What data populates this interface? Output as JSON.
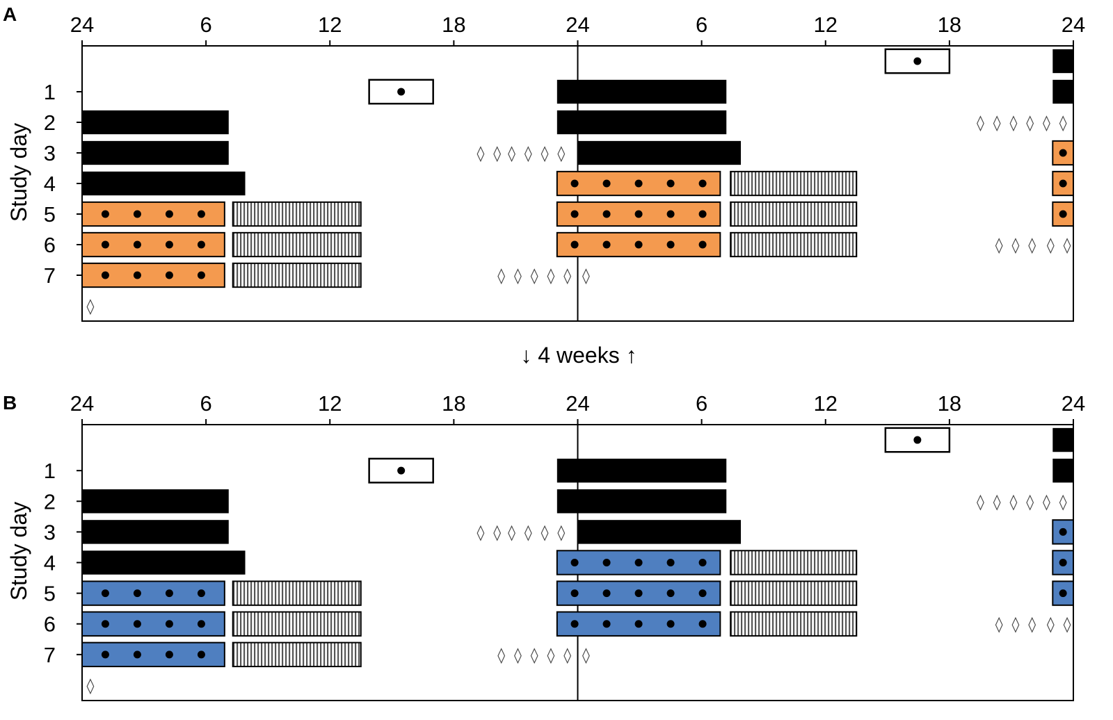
{
  "between_label": "↓ 4 weeks ↑",
  "colors": {
    "sleep": "#000000",
    "evening": "#ffffff",
    "panel_A_fill": "#f49a4f",
    "panel_B_fill": "#4f7fc0",
    "dot": "#000000",
    "stripe": "#555555",
    "diamond": "#444444"
  },
  "legend_note": "No legend printed; symbols: solid = black bar, dotted = colored bar with dots, hatched = vertical-stripe bar, diamonds = ◊ markers",
  "chart_data": [
    {
      "type": "bar",
      "panel": "A",
      "ylabel": "Study day",
      "x_tick_labels": [
        "24",
        "6",
        "12",
        "18",
        "24",
        "6",
        "12",
        "18",
        "24"
      ],
      "x_ticks": [
        0,
        6,
        12,
        18,
        24,
        30,
        36,
        42,
        48
      ],
      "xlim": [
        0,
        48
      ],
      "y_tick_labels": [
        "1",
        "2",
        "3",
        "4",
        "5",
        "6",
        "7"
      ],
      "rows_total": 9,
      "divider_at": 24,
      "diamond_glyph": "◊",
      "bars": [
        {
          "row": 0,
          "start": 38.9,
          "end": 42.0,
          "style": "open-dot"
        },
        {
          "row": 0,
          "start": 47.0,
          "end": 48.1,
          "style": "solid"
        },
        {
          "row": 1,
          "start": 13.9,
          "end": 17.0,
          "style": "open-dot"
        },
        {
          "row": 1,
          "start": 23.0,
          "end": 31.2,
          "style": "solid"
        },
        {
          "row": 1,
          "start": 47.0,
          "end": 48.1,
          "style": "solid"
        },
        {
          "row": 2,
          "start": 0,
          "end": 7.1,
          "style": "solid"
        },
        {
          "row": 2,
          "start": 23.0,
          "end": 31.2,
          "style": "solid"
        },
        {
          "row": 3,
          "start": 0,
          "end": 7.1,
          "style": "solid"
        },
        {
          "row": 3,
          "start": 24.0,
          "end": 31.9,
          "style": "solid"
        },
        {
          "row": 3,
          "start": 47.0,
          "end": 48.0,
          "style": "dotted",
          "dots": 1
        },
        {
          "row": 4,
          "start": 0,
          "end": 7.9,
          "style": "solid"
        },
        {
          "row": 4,
          "start": 23.0,
          "end": 30.9,
          "style": "dotted",
          "dots": 5
        },
        {
          "row": 4,
          "start": 31.4,
          "end": 37.5,
          "style": "hatched"
        },
        {
          "row": 4,
          "start": 47.0,
          "end": 48.0,
          "style": "dotted",
          "dots": 1
        },
        {
          "row": 5,
          "start": 0,
          "end": 6.9,
          "style": "dotted",
          "dots": 4
        },
        {
          "row": 5,
          "start": 7.3,
          "end": 13.5,
          "style": "hatched"
        },
        {
          "row": 5,
          "start": 23.0,
          "end": 30.9,
          "style": "dotted",
          "dots": 5
        },
        {
          "row": 5,
          "start": 31.4,
          "end": 37.5,
          "style": "hatched"
        },
        {
          "row": 5,
          "start": 47.0,
          "end": 48.0,
          "style": "dotted",
          "dots": 1
        },
        {
          "row": 6,
          "start": 0,
          "end": 6.9,
          "style": "dotted",
          "dots": 4
        },
        {
          "row": 6,
          "start": 7.3,
          "end": 13.5,
          "style": "hatched"
        },
        {
          "row": 6,
          "start": 23.0,
          "end": 30.9,
          "style": "dotted",
          "dots": 5
        },
        {
          "row": 6,
          "start": 31.4,
          "end": 37.5,
          "style": "hatched"
        },
        {
          "row": 7,
          "start": 0,
          "end": 6.9,
          "style": "dotted",
          "dots": 4
        },
        {
          "row": 7,
          "start": 7.3,
          "end": 13.5,
          "style": "hatched"
        }
      ],
      "diamonds": [
        {
          "row": 2,
          "x": [
            43.5,
            44.3,
            45.1,
            45.9,
            46.7,
            47.5
          ]
        },
        {
          "row": 3,
          "x": [
            19.3,
            20.1,
            20.8,
            21.6,
            22.4,
            23.2
          ]
        },
        {
          "row": 6,
          "x": [
            44.4,
            45.2,
            46.0,
            46.9,
            47.7
          ]
        },
        {
          "row": 7,
          "x": [
            20.3,
            21.1,
            21.9,
            22.7,
            23.5,
            24.4
          ]
        },
        {
          "row": 8,
          "x": [
            0.4
          ]
        }
      ]
    },
    {
      "type": "bar",
      "panel": "B",
      "ylabel": "Study day",
      "x_tick_labels": [
        "24",
        "6",
        "12",
        "18",
        "24",
        "6",
        "12",
        "18",
        "24"
      ],
      "x_ticks": [
        0,
        6,
        12,
        18,
        24,
        30,
        36,
        42,
        48
      ],
      "xlim": [
        0,
        48
      ],
      "y_tick_labels": [
        "1",
        "2",
        "3",
        "4",
        "5",
        "6",
        "7"
      ],
      "rows_total": 9,
      "divider_at": 24,
      "diamond_glyph": "◊",
      "bars": [
        {
          "row": 0,
          "start": 38.9,
          "end": 42.0,
          "style": "open-dot"
        },
        {
          "row": 0,
          "start": 47.0,
          "end": 48.1,
          "style": "solid"
        },
        {
          "row": 1,
          "start": 13.9,
          "end": 17.0,
          "style": "open-dot"
        },
        {
          "row": 1,
          "start": 23.0,
          "end": 31.2,
          "style": "solid"
        },
        {
          "row": 1,
          "start": 47.0,
          "end": 48.1,
          "style": "solid"
        },
        {
          "row": 2,
          "start": 0,
          "end": 7.1,
          "style": "solid"
        },
        {
          "row": 2,
          "start": 23.0,
          "end": 31.2,
          "style": "solid"
        },
        {
          "row": 3,
          "start": 0,
          "end": 7.1,
          "style": "solid"
        },
        {
          "row": 3,
          "start": 24.0,
          "end": 31.9,
          "style": "solid"
        },
        {
          "row": 3,
          "start": 47.0,
          "end": 48.0,
          "style": "dotted",
          "dots": 1
        },
        {
          "row": 4,
          "start": 0,
          "end": 7.9,
          "style": "solid"
        },
        {
          "row": 4,
          "start": 23.0,
          "end": 30.9,
          "style": "dotted",
          "dots": 5
        },
        {
          "row": 4,
          "start": 31.4,
          "end": 37.5,
          "style": "hatched"
        },
        {
          "row": 4,
          "start": 47.0,
          "end": 48.0,
          "style": "dotted",
          "dots": 1
        },
        {
          "row": 5,
          "start": 0,
          "end": 6.9,
          "style": "dotted",
          "dots": 4
        },
        {
          "row": 5,
          "start": 7.3,
          "end": 13.5,
          "style": "hatched"
        },
        {
          "row": 5,
          "start": 23.0,
          "end": 30.9,
          "style": "dotted",
          "dots": 5
        },
        {
          "row": 5,
          "start": 31.4,
          "end": 37.5,
          "style": "hatched"
        },
        {
          "row": 5,
          "start": 47.0,
          "end": 48.0,
          "style": "dotted",
          "dots": 1
        },
        {
          "row": 6,
          "start": 0,
          "end": 6.9,
          "style": "dotted",
          "dots": 4
        },
        {
          "row": 6,
          "start": 7.3,
          "end": 13.5,
          "style": "hatched"
        },
        {
          "row": 6,
          "start": 23.0,
          "end": 30.9,
          "style": "dotted",
          "dots": 5
        },
        {
          "row": 6,
          "start": 31.4,
          "end": 37.5,
          "style": "hatched"
        },
        {
          "row": 7,
          "start": 0,
          "end": 6.9,
          "style": "dotted",
          "dots": 4
        },
        {
          "row": 7,
          "start": 7.3,
          "end": 13.5,
          "style": "hatched"
        }
      ],
      "diamonds": [
        {
          "row": 2,
          "x": [
            43.5,
            44.3,
            45.1,
            45.9,
            46.7,
            47.5
          ]
        },
        {
          "row": 3,
          "x": [
            19.3,
            20.1,
            20.8,
            21.6,
            22.4,
            23.2
          ]
        },
        {
          "row": 6,
          "x": [
            44.4,
            45.2,
            46.0,
            46.9,
            47.7
          ]
        },
        {
          "row": 7,
          "x": [
            20.3,
            21.1,
            21.9,
            22.7,
            23.5,
            24.4
          ]
        },
        {
          "row": 8,
          "x": [
            0.4
          ]
        }
      ]
    }
  ]
}
